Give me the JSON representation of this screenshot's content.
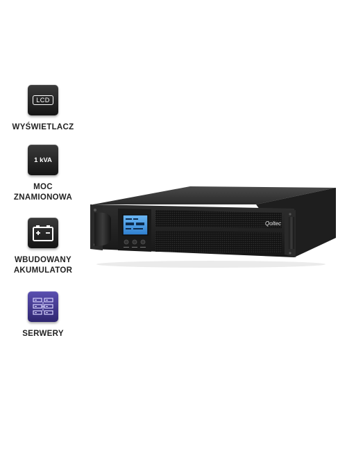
{
  "features": [
    {
      "icon": "lcd-icon",
      "badge": "LCD",
      "label": "WYŚWIETLACZ"
    },
    {
      "icon": "power-rating-icon",
      "badge": "1 kVA",
      "label": "MOC\nZNAMIONOWA"
    },
    {
      "icon": "battery-icon",
      "badge": "",
      "label": "WBUDOWANY\nAKUMULATOR"
    },
    {
      "icon": "server-icon",
      "badge": "",
      "label": "SERWERY"
    }
  ],
  "product": {
    "brand": "Qoltec"
  },
  "colors": {
    "icon_dark": "#1c1c1c",
    "icon_purple": "#3d3390",
    "lcd_screen": "#4fa3e8",
    "device_body": "#2a2a2a"
  }
}
